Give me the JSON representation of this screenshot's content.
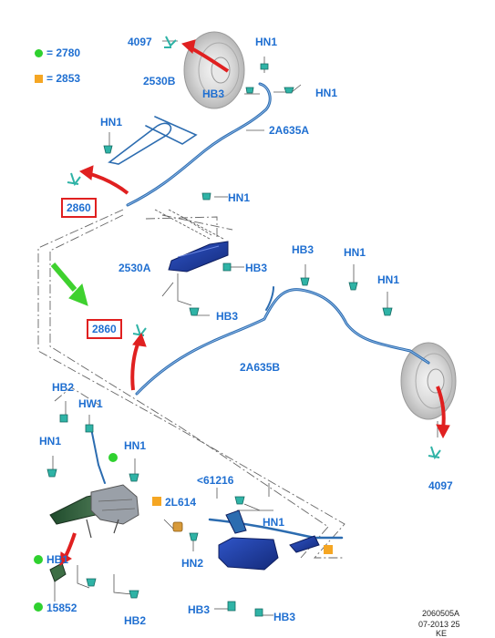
{
  "legend": {
    "green_dot_text": "= 2780",
    "orange_square_text": "= 2853"
  },
  "labels": {
    "p4097_top": "4097",
    "hn1_top": "HN1",
    "p2530B": "2530B",
    "hb3_top": "HB3",
    "hn1_top_right": "HN1",
    "hn1_upper_left": "HN1",
    "p2A635A": "2A635A",
    "p2860_top": "2860",
    "hn1_mid": "HN1",
    "hb3_mid_top": "HB3",
    "hn1_mid_right_a": "HN1",
    "hn1_mid_right_b": "HN1",
    "p2530A": "2530A",
    "hb3_mid_right": "HB3",
    "hb3_mid_low": "HB3",
    "p2860_mid": "2860",
    "p2A635B": "2A635B",
    "hb2_left": "HB2",
    "hw1_left": "HW1",
    "hn1_left": "HN1",
    "hn1_lower_center": "HN1",
    "p61216": "<61216",
    "p2L614": "2L614",
    "hn1_lower_right": "HN1",
    "p4097_right": "4097",
    "hb1_lower": "HB1",
    "hn2_lower": "HN2",
    "p15852": "15852",
    "hb2_bottom": "HB2",
    "hb3_bottom_a": "HB3",
    "hb3_bottom_b": "HB3"
  },
  "footer": {
    "code": "2060505A",
    "date": "07-2013 25",
    "suffix": "KE"
  },
  "colors": {
    "label_blue": "#1f6fd1",
    "cable_blue": "#2c6cb0",
    "arrow_red": "#e02020",
    "arrow_green": "#3fd12f",
    "clip_teal": "#2fb3a6",
    "bracket_navy": "#1e3a9c",
    "lever_green": "#2f5f3a",
    "legend_green": "#2fd12f",
    "legend_orange": "#f5a623"
  },
  "icons": {
    "clip": "push-pin-clip-icon",
    "retainer": "cable-retainer-icon",
    "bolt": "bolt-icon",
    "drum": "brake-drum-icon"
  }
}
